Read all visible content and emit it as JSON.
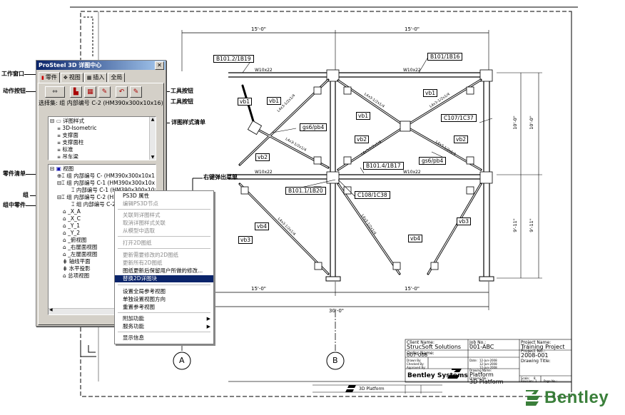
{
  "callouts": {
    "work_window": "工作窗口",
    "action_buttons": "动作按钮",
    "tool_buttons_1": "工具按钮",
    "tool_buttons_2": "工具按钮",
    "detail_style_list": "详图样式清单",
    "part_list": "零件清单",
    "group": "组",
    "group_member": "组中零件",
    "context_menu": "右键弹出菜单"
  },
  "window": {
    "title": "ProSteel 3D 详图中心",
    "tabs": [
      "零件",
      "视图",
      "插入",
      "全局"
    ],
    "selection_label": "选择集: 组 内部编号 C-2 (HM390x300x10x16)",
    "styles": [
      "详图样式",
      "3D-Isometric",
      "支撑面",
      "支撑面柱",
      "标准",
      "吊车梁"
    ],
    "tree": [
      "视图",
      "组 内部编号 C-  (HM390x300x10x1",
      "组 内部编号 C-1  (HM390x300x10x",
      "内部编号 C-1  (HM390x300x10x",
      "组 内部编号 C-2  (HM390x300x10x",
      "组 内部编号 C-2",
      "_X_A",
      "_X_C",
      "_Y_1",
      "_Y_2",
      "_俯视图",
      "_右屋面视图",
      "_左屋面视图",
      "轴线平面",
      "水平投影",
      "总项视图"
    ]
  },
  "menu": {
    "items": [
      {
        "label": "PS3D 属性",
        "state": "normal"
      },
      {
        "label": "编辑PS3D节点",
        "state": "disabled"
      },
      {
        "label": "关联到详图样式",
        "state": "disabled"
      },
      {
        "label": "取消详图样式关联",
        "state": "disabled"
      },
      {
        "label": "从模型中选取",
        "state": "disabled"
      },
      {
        "label": "打开2D图纸",
        "state": "disabled"
      },
      {
        "label": "更新需要修改的2D图纸",
        "state": "disabled"
      },
      {
        "label": "更新所有2D图纸",
        "state": "disabled"
      },
      {
        "label": "图纸更新后保留用户所做的修改...",
        "state": "normal"
      },
      {
        "label": "替换2D详图块",
        "state": "highlighted"
      },
      {
        "label": "设置全局参考视图",
        "state": "normal"
      },
      {
        "label": "单独设置视图方向",
        "state": "normal"
      },
      {
        "label": "重置参考视图",
        "state": "normal"
      },
      {
        "label": "附加功能",
        "state": "submenu"
      },
      {
        "label": "服务功能",
        "state": "submenu"
      },
      {
        "label": "显示信息",
        "state": "normal"
      }
    ]
  },
  "drawing": {
    "dims_top": [
      "15'-0\"",
      "15'-0\""
    ],
    "dims_bottom": [
      "15'-0\"",
      "15'-0\""
    ],
    "dim_total": "30'-0\"",
    "dims_right": [
      "10'-0\"",
      "9'-11\"",
      "10'-0\"",
      "9'-11\""
    ],
    "member_labels": [
      "W10x22",
      "W10x22",
      "W10x22",
      "W10x22"
    ],
    "tags": [
      "B101.2/1B19",
      "B101/1B16",
      "vb1",
      "vb1",
      "vb1",
      "vb1",
      "gs6/pb4",
      "C107/1C37",
      "vb2",
      "vb2",
      "vb2",
      "B101.4/1B17",
      "gs6/pb4",
      "B101.1/1B20",
      "C108/1C38",
      "vb4",
      "vb4",
      "vb3",
      "vb3"
    ],
    "brace_labels": [
      "L4x3-1/2x1/4",
      "L4x3-1/2x1/4",
      "L4x3-1/2x1/4",
      "L4x3-1/2x1/4",
      "L4x3-1/2x1/4",
      "L4x3-1/2x1/4",
      "L4x3-1/2x1/4",
      "L4x3-1/2x1/4"
    ],
    "circles": [
      "A",
      "B"
    ]
  },
  "titleblock": {
    "client_label": "Client Name:",
    "client": "StrucSoft Solutions",
    "job_label": "Job No.:",
    "job": "001-ABC",
    "project_label": "Project Name:",
    "project": "Training Project",
    "order_label": "Order Name:",
    "order": "007-008",
    "project_no_label": "Project No.:",
    "project_no": "2008-001",
    "drawn_label": "Drawn By:",
    "checked_label": "Checked By:",
    "approved_label": "Approved By:",
    "date_label": "Date:",
    "dates": [
      "12-Jun-2008",
      "12-Jun-2008",
      "12-Jun-2008"
    ],
    "drawing_name_label": "Drawing Name:",
    "drawing_name": "Platform",
    "drawing_no_label": "Drawing No.:",
    "drawing_no": "3D Platform",
    "drawing_title_label": "Drawing Title:",
    "scale_label": "Scale:",
    "scale": "8",
    "revision_label": "Revision:",
    "revision": "1",
    "page_label": "Page No.:",
    "company": "Bentley Systems",
    "under_platform": "3D Platform"
  },
  "brand": {
    "logo_text": "Bentley",
    "color": "#3a7f3a"
  }
}
